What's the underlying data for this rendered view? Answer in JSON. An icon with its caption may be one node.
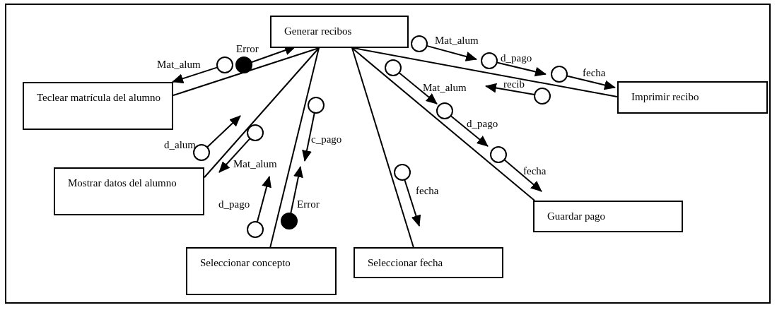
{
  "diagram": {
    "nodes": [
      {
        "text": [
          "Generar  recibos"
        ]
      },
      {
        "text": [
          "Teclear matrícula del alumno"
        ]
      },
      {
        "text": [
          "Mostrar datos del alumno"
        ]
      },
      {
        "text": [
          "Seleccionar concepto"
        ]
      },
      {
        "text": [
          "Seleccionar fecha"
        ]
      },
      {
        "text": [
          "Guardar pago"
        ]
      },
      {
        "text": [
          "Imprimir recibo"
        ]
      }
    ],
    "edges": [
      {
        "from": 0,
        "to": 1,
        "arrow": "none"
      },
      {
        "from": 0,
        "to": 2,
        "arrow": "none"
      },
      {
        "from": 0,
        "to": 3,
        "arrow": "none"
      },
      {
        "from": 0,
        "to": 4,
        "arrow": "none"
      },
      {
        "from": 0,
        "to": 5,
        "arrow": "none"
      },
      {
        "from": 0,
        "to": 6,
        "arrow": "none"
      }
    ],
    "labels": [
      "Mat_alum",
      "Error",
      "Mat_alum",
      "d_pago",
      "fecha",
      "Mat_alum",
      "recib",
      "d_pago",
      "c_pago",
      "d_alum",
      "Mat_alum",
      "fecha",
      "fecha",
      "d_pago",
      "Error"
    ]
  }
}
